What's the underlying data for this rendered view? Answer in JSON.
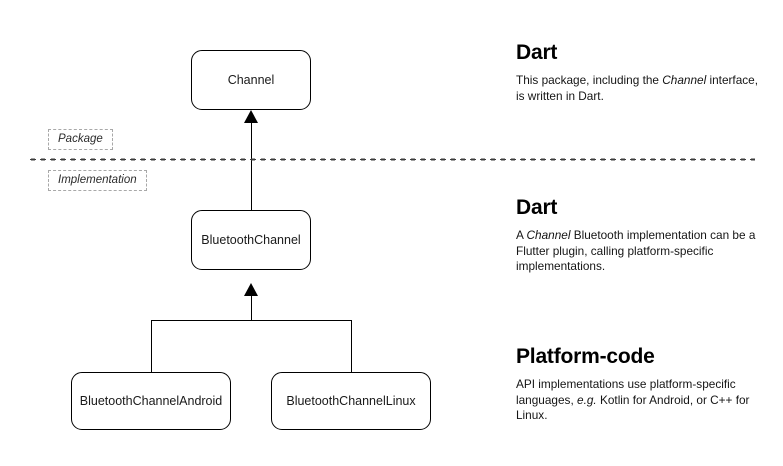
{
  "diagram": {
    "nodes": [
      {
        "id": "channel",
        "label": "Channel"
      },
      {
        "id": "bluetooth",
        "label": "BluetoothChannel"
      },
      {
        "id": "android",
        "label": "BluetoothChannelAndroid"
      },
      {
        "id": "linux",
        "label": "BluetoothChannelLinux"
      }
    ],
    "layer_tags": [
      {
        "id": "package",
        "label": "Package"
      },
      {
        "id": "implementation",
        "label": "Implementation"
      }
    ],
    "edges": [
      {
        "from": "bluetooth",
        "to": "channel",
        "type": "generalization"
      },
      {
        "from": "android",
        "to": "bluetooth",
        "type": "generalization"
      },
      {
        "from": "linux",
        "to": "bluetooth",
        "type": "generalization"
      }
    ],
    "divider": {
      "style": "dotted",
      "color": "#3c3c3c"
    }
  },
  "notes": [
    {
      "id": "dart-package",
      "heading": "Dart",
      "body_parts": [
        {
          "text": "This package, including the ",
          "italic": false
        },
        {
          "text": "Channel",
          "italic": true
        },
        {
          "text": " interface, is written in Dart.",
          "italic": false
        }
      ],
      "body_plain": "This package, including the Channel interface, is written in Dart."
    },
    {
      "id": "dart-implementation",
      "heading": "Dart",
      "body_parts": [
        {
          "text": "A ",
          "italic": false
        },
        {
          "text": "Channel",
          "italic": true
        },
        {
          "text": " Bluetooth implementation can be a Flutter plugin, calling platform-specific implementations.",
          "italic": false
        }
      ],
      "body_plain": "A Channel Bluetooth implementation can be a Flutter plugin, calling platform-specific implementations."
    },
    {
      "id": "platform-code",
      "heading": "Platform-code",
      "body_parts": [
        {
          "text": "API implementations use platform-specific languages, ",
          "italic": false
        },
        {
          "text": "e.g.",
          "italic": true
        },
        {
          "text": " Kotlin for Android, or C++ for Linux.",
          "italic": false
        }
      ],
      "body_plain": "API implementations use platform-specific languages, e.g. Kotlin for Android, or C++ for Linux."
    }
  ],
  "colors": {
    "background": "#ffffff",
    "stroke": "#000000",
    "text": "#000000",
    "tag_border": "#a8a8a8",
    "divider": "#3c3c3c"
  }
}
